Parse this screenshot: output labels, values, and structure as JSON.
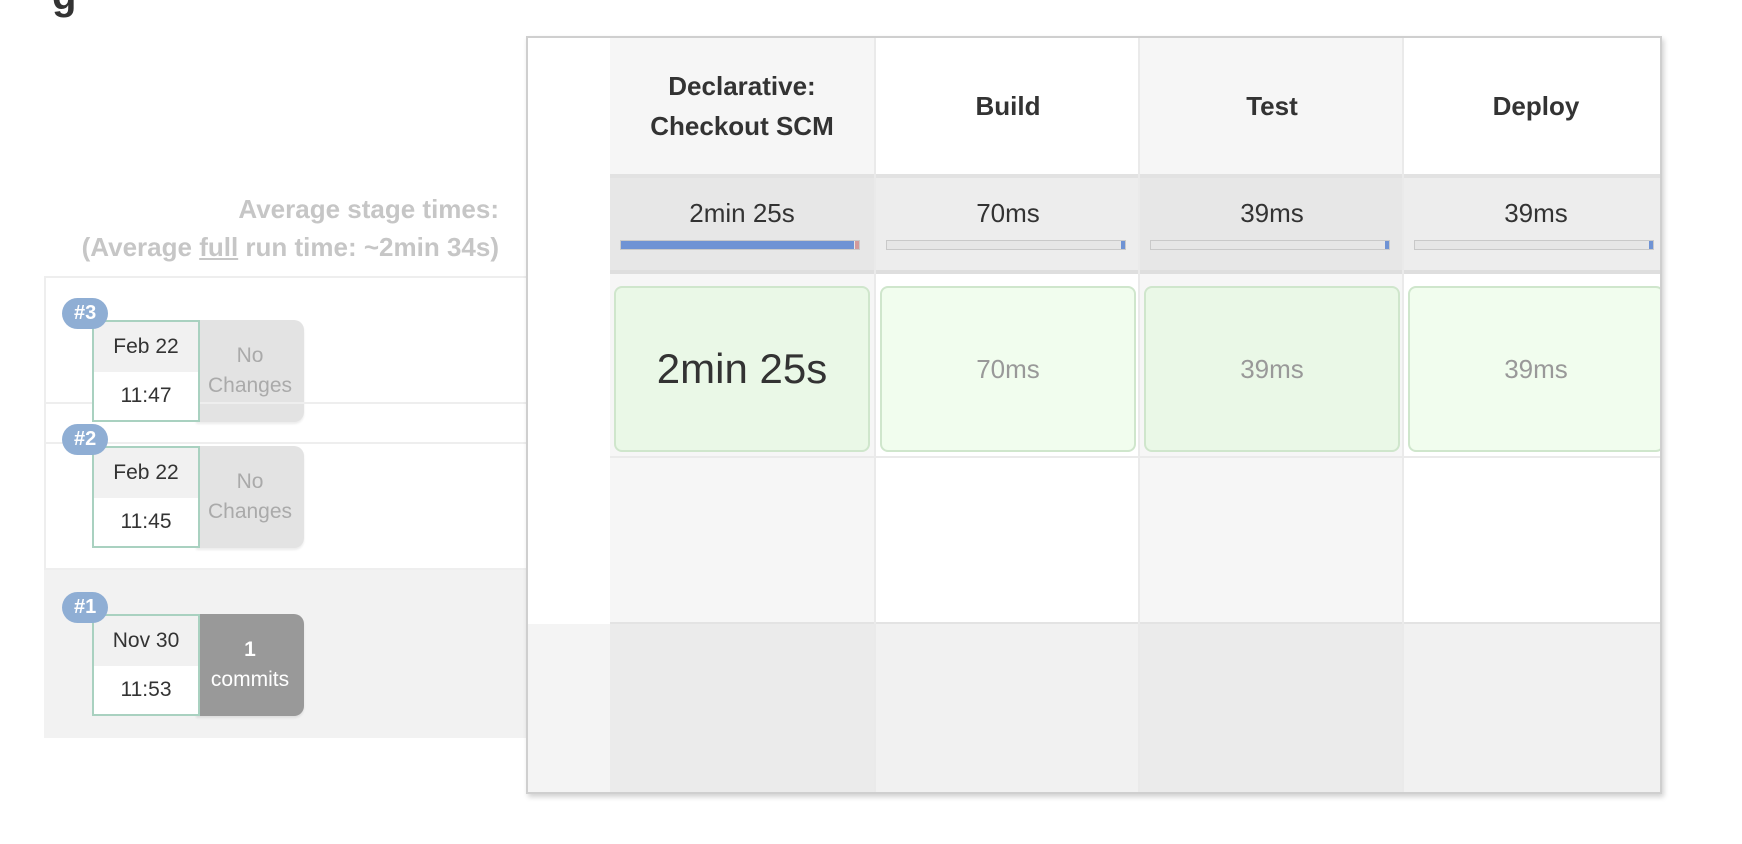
{
  "average": {
    "line1": "Average stage times:",
    "line2_prefix": "(Average ",
    "line2_underlined": "full",
    "line2_suffix": " run time: ~2min 34s)"
  },
  "runs": [
    {
      "badge": "#3",
      "date": "Feb 22",
      "time": "11:47",
      "changes_line1": "No",
      "changes_line2": "Changes"
    },
    {
      "badge": "#2",
      "date": "Feb 22",
      "time": "11:45",
      "changes_line1": "No",
      "changes_line2": "Changes"
    },
    {
      "badge": "#1",
      "date": "Nov 30",
      "time": "11:53",
      "changes_line1": "1",
      "changes_line2": "commits"
    }
  ],
  "stages": [
    {
      "name_line1": "Declarative:",
      "name_line2": "Checkout SCM",
      "avg": "2min 25s",
      "avg_fraction": 0.98,
      "run3": "2min 25s"
    },
    {
      "name_line1": "Build",
      "name_line2": "",
      "avg": "70ms",
      "avg_fraction": 0.0,
      "run3": "70ms"
    },
    {
      "name_line1": "Test",
      "name_line2": "",
      "avg": "39ms",
      "avg_fraction": 0.0,
      "run3": "39ms"
    },
    {
      "name_line1": "Deploy",
      "name_line2": "",
      "avg": "39ms",
      "avg_fraction": 0.0,
      "run3": "39ms"
    }
  ],
  "colors": {
    "badge": "#8faed4",
    "success_cell": "#eaf8e7",
    "progress": "#6f93d4"
  }
}
